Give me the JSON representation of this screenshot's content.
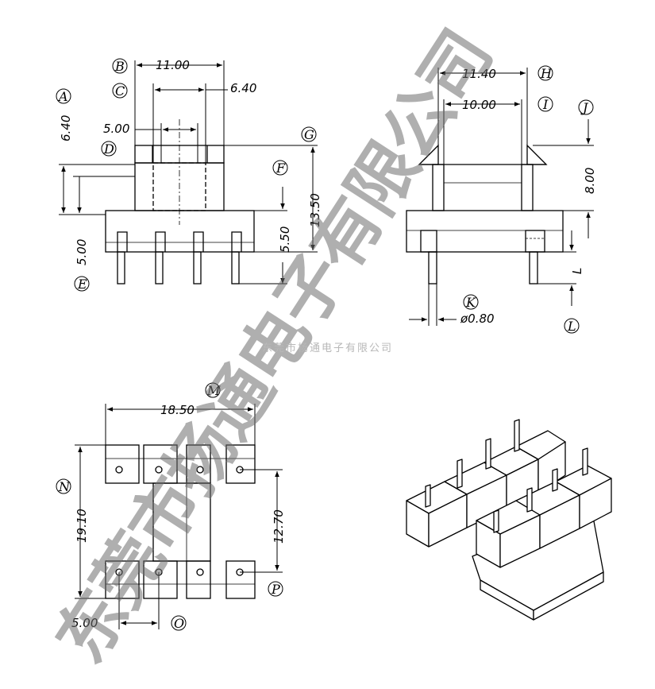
{
  "labels": {
    "A": "A",
    "B": "B",
    "C": "C",
    "D": "D",
    "E": "E",
    "F": "F",
    "G": "G",
    "H": "H",
    "I": "I",
    "J": "J",
    "K": "K",
    "L": "L",
    "M": "M",
    "N": "N",
    "O": "O",
    "P": "P"
  },
  "dims": {
    "front_width": "11.00",
    "front_inner": "6.40",
    "front_pin_pitch": "5.00",
    "front_core_height": "6.40",
    "front_pin_len": "5.00",
    "front_total": "13.50",
    "front_base": "5.50",
    "side_width": "11.40",
    "side_inner": "10.00",
    "side_height": "8.00",
    "side_L": "L",
    "pin_dia": "ø0.80",
    "bottom_width": "18.50",
    "bottom_height": "19.10",
    "bottom_row_pitch": "12.70",
    "bottom_pitch": "5.00"
  },
  "watermark": {
    "small": "东莞市杨通电子有限公司",
    "large": "东莞市扬通电子有限公司"
  }
}
